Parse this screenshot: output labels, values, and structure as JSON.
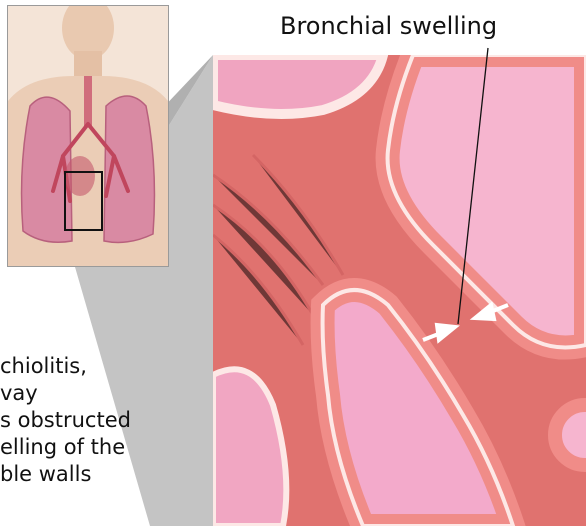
{
  "label": {
    "title": "Bronchial swelling"
  },
  "caption": {
    "lines": [
      "chiolitis,",
      "vay",
      "s obstructed",
      "elling of the",
      "ble walls"
    ]
  },
  "colors": {
    "tissue": "#e98a86",
    "tissue_light": "#f4a9a6",
    "lumen": "#f5b6cf",
    "wall_dark": "#c95a5f",
    "thumb_bg": "#f3e3d6",
    "connector": "#b9b9b9"
  }
}
